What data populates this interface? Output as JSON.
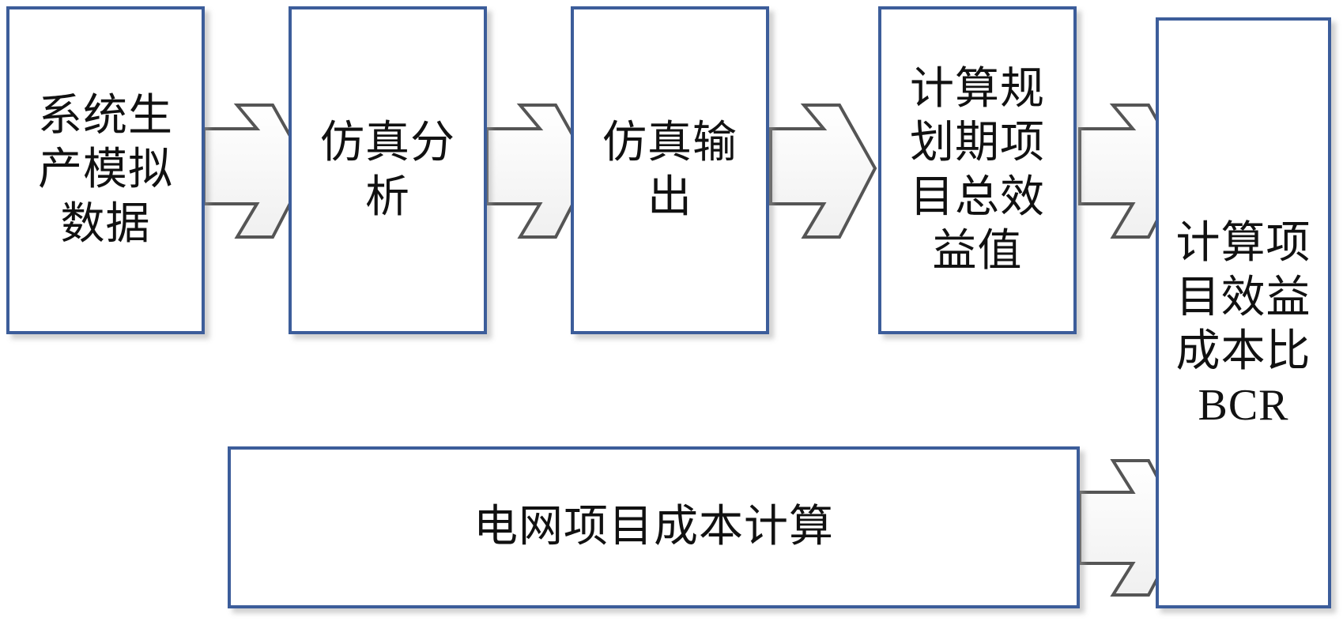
{
  "diagram": {
    "boxes": [
      {
        "id": "system-data",
        "label": "系统生产模拟数据"
      },
      {
        "id": "simulation-analysis",
        "label": "仿真分析"
      },
      {
        "id": "simulation-output",
        "label": "仿真输出"
      },
      {
        "id": "total-benefit",
        "label": "计算规划期项目总效益值"
      },
      {
        "id": "grid-cost",
        "label": "电网项目成本计算"
      }
    ],
    "result_box": {
      "label_cjk": "计算项目效益成本比",
      "label_latin": "BCR"
    },
    "colors": {
      "box_border": "#3c5d9a",
      "arrow_stroke": "#555555",
      "text": "#111111"
    }
  }
}
